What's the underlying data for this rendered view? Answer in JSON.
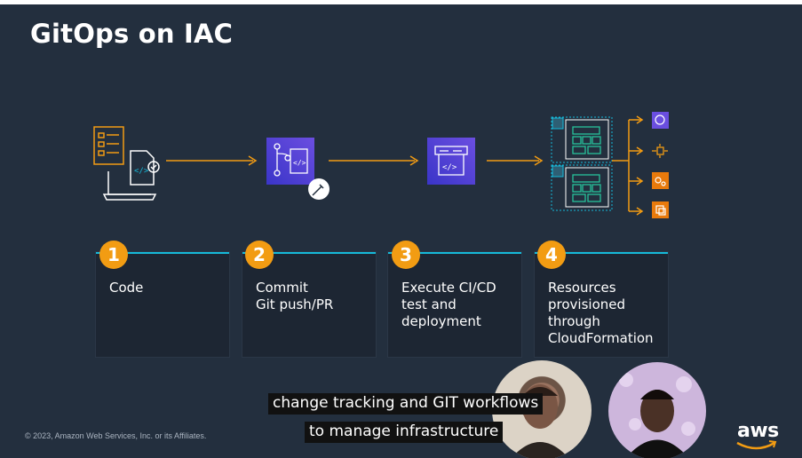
{
  "slide": {
    "title": "GitOps on IAC",
    "steps": [
      {
        "number": "1",
        "label": "Code"
      },
      {
        "number": "2",
        "label": "Commit\nGit push/PR"
      },
      {
        "number": "3",
        "label": "Execute CI/CD\ntest and\ndeployment"
      },
      {
        "number": "4",
        "label": "Resources\nprovisioned\nthrough\nCloudFormation"
      }
    ],
    "copyright": "© 2023, Amazon Web Services, Inc. or its Affiliates.",
    "logo_text": "aws"
  },
  "captions": {
    "line1": "change tracking and GIT workflows",
    "line2": "to manage infrastructure"
  },
  "colors": {
    "background": "#232f3e",
    "accent_orange": "#f29c13",
    "accent_blue": "#16b9d9",
    "icon_purple": "#5a3fd6"
  },
  "icons": [
    "code-document-laptop-icon",
    "git-repository-icon",
    "pipeline-icon",
    "cloudformation-stack-icon",
    "resource-icons"
  ]
}
